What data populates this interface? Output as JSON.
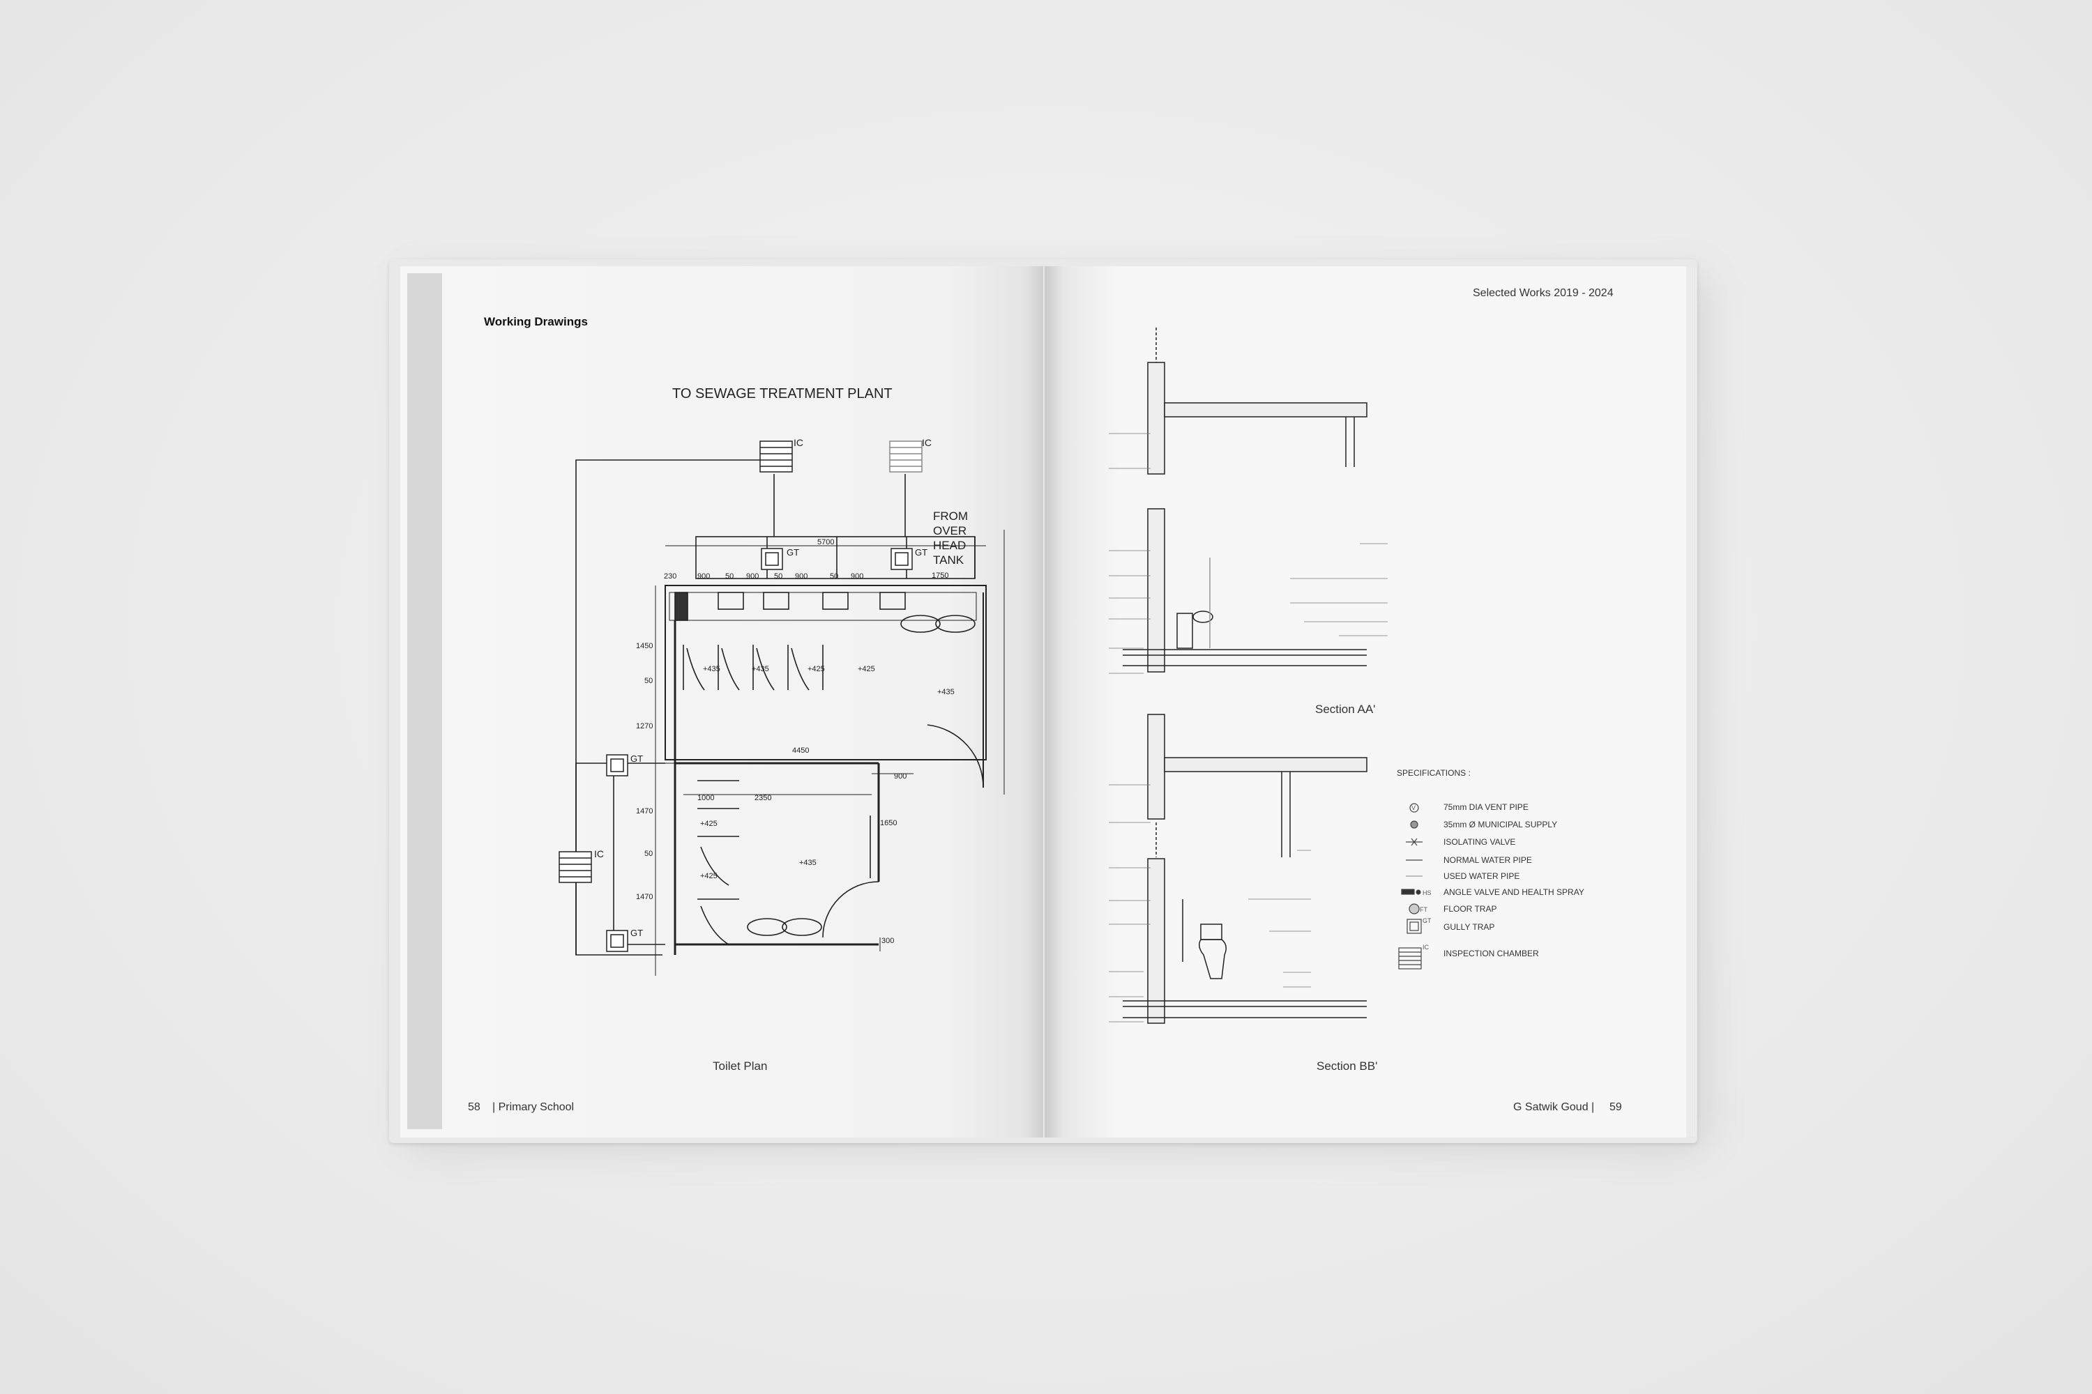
{
  "left_page": {
    "header": "Working Drawings",
    "plan_title": "Toilet Plan",
    "page_number": "58",
    "section_name": "| Primary School",
    "plan_labels": {
      "sewage": "TO SEWAGE TREATMENT PLANT",
      "overhead": [
        "FROM",
        "OVER",
        "HEAD",
        "TANK"
      ],
      "ic": "IC",
      "gt": "GT",
      "dims": {
        "d5700": "5700",
        "d230": "230",
        "d900": "900",
        "d50": "50",
        "d1750": "1750",
        "d1450": "1450",
        "d1270": "1270",
        "d4450": "4450",
        "d1000": "1000",
        "d2350": "2350",
        "d1470": "1470",
        "d1650": "1650",
        "d300": "300",
        "p435": "+435",
        "p425": "+425"
      }
    }
  },
  "right_page": {
    "header": "Selected Works 2019 - 2024",
    "section_aa": "Section AA'",
    "section_bb": "Section BB'",
    "author": "G Satwik Goud |",
    "page_number": "59",
    "specifications": {
      "title": "SPECIFICATIONS :",
      "items": [
        {
          "symbol": "V",
          "label": "75mm DIA VENT PIPE"
        },
        {
          "symbol": "",
          "label": "35mm Ø  MUNICIPAL SUPPLY"
        },
        {
          "symbol": "",
          "label": "ISOLATING VALVE"
        },
        {
          "symbol": "",
          "label": "NORMAL WATER PIPE"
        },
        {
          "symbol": "",
          "label": "USED WATER PIPE"
        },
        {
          "symbol": "HS",
          "label": "ANGLE VALVE AND HEALTH SPRAY"
        },
        {
          "symbol": "FT",
          "label": "FLOOR TRAP"
        },
        {
          "symbol": "GT",
          "label": "GULLY TRAP"
        },
        {
          "symbol": "IC",
          "label": "INSPECTION CHAMBER"
        }
      ]
    }
  }
}
